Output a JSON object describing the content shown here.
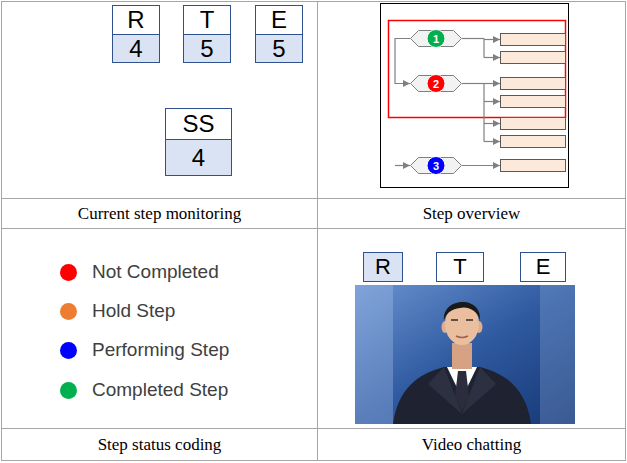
{
  "diagram": {
    "nodes": [
      {
        "text": [
          "R",
          "4"
        ]
      },
      {
        "text": [
          "T",
          "5"
        ]
      },
      {
        "text": [
          "E",
          "5"
        ]
      },
      {
        "text": [
          "SS",
          "4"
        ]
      },
      {
        "text": [
          "1"
        ]
      },
      {
        "text": [
          "2"
        ]
      },
      {
        "text": [
          "3"
        ]
      },
      {
        "text": [
          "R"
        ]
      },
      {
        "text": [
          "T"
        ]
      },
      {
        "text": [
          "E"
        ]
      }
    ],
    "edges": [
      {
        "from": 4,
        "to": 5,
        "arrow": "to"
      }
    ],
    "labels": [
      "Current step monitoring",
      "Step overview",
      "Step status coding",
      "Video chatting"
    ],
    "legend": [
      {
        "text": "Not Completed",
        "color": "#ff0000"
      },
      {
        "text": "Hold Step",
        "color": "#ed7d31"
      },
      {
        "text": "Performing Step",
        "color": "#0000ff"
      },
      {
        "text": "Completed Step",
        "color": "#00b050"
      }
    ]
  }
}
